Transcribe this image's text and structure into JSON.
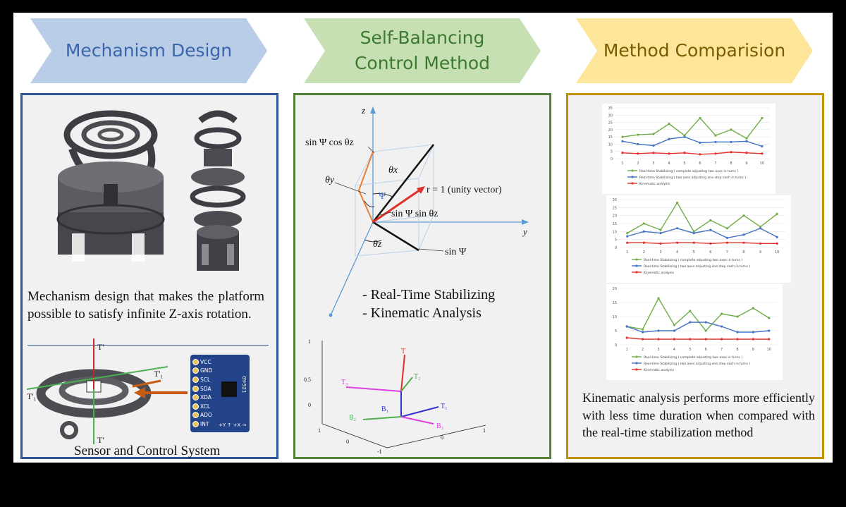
{
  "headers": [
    {
      "label": "Mechanism Design",
      "color": "#3b65ad",
      "fill": "#b9cde6"
    },
    {
      "label": "Self-Balancing\nControl Method",
      "color": "#3c7a2f",
      "fill": "#c6e0b4"
    },
    {
      "label": "Method Comparision",
      "color": "#7a5a00",
      "fill": "#fde69a"
    }
  ],
  "panel1": {
    "border": "#2f5597",
    "description": "Mechanism design that makes the platform possible to satisfy infinite Z-axis rotation.",
    "caption": "Sensor and Control System",
    "gimbal_labels": {
      "top": "T'",
      "left": "T'₁",
      "right": "T'₁",
      "bottom": "T'"
    },
    "sensor_pins": [
      "VCC",
      "GND",
      "SCL",
      "SDA",
      "XDA",
      "XCL",
      "ADO",
      "INT"
    ],
    "sensor_chip": "GY-521",
    "sensor_axes": "+Y ↑  +X →"
  },
  "panel2": {
    "border": "#548235",
    "axis_labels": {
      "z": "z",
      "y": "y"
    },
    "vector_labels": {
      "sin_cos": "sin Ψ cos θz",
      "theta_x": "θx",
      "theta_y": "θy",
      "psi": "Ψ",
      "r_eq": "r = 1 (unity vector)",
      "sin_sin": "sin Ψ sin θz",
      "theta_z": "θz",
      "sin_psi": "sin Ψ"
    },
    "methods": [
      "- Real-Time Stabilizing",
      "- Kinematic Analysis"
    ],
    "frame_ticks": {
      "z": [
        "1",
        "0.5",
        "0"
      ],
      "x": [
        "1",
        "0",
        "-1"
      ],
      "y": [
        "0",
        "1"
      ]
    },
    "frame_labels": [
      "T",
      "T₂",
      "T₃",
      "T₁",
      "B₁",
      "B₂",
      "B₃"
    ]
  },
  "panel3": {
    "border": "#bf9000",
    "conclusion": "Kinematic analysis performs more efficiently with less time duration when compared with the real-time stabilization method",
    "legend": [
      "Real-time Stabilizing ( complete adjusting two axes in turns )",
      "Real-time Stabilizing ( two axes adjusting one step each in turns )",
      "Kinematic analysis"
    ]
  },
  "chart_data": [
    {
      "type": "line",
      "x": [
        1,
        2,
        3,
        4,
        5,
        6,
        7,
        8,
        9,
        10
      ],
      "ylim": [
        0,
        35
      ],
      "yticks": [
        0,
        5,
        10,
        15,
        20,
        25,
        30,
        35
      ],
      "series": [
        {
          "name": "Real-time Stabilizing ( complete adjusting two axes in turns )",
          "color": "#70ad47",
          "values": [
            15,
            16.5,
            17,
            24,
            16,
            28,
            16,
            20,
            14,
            28
          ]
        },
        {
          "name": "Real-time Stabilizing ( two axes adjusting one step each in turns )",
          "color": "#4472c4",
          "values": [
            12,
            10,
            9,
            13.5,
            15,
            11,
            11.5,
            11.5,
            12,
            8.5
          ]
        },
        {
          "name": "Kinematic analysis",
          "color": "#e0302a",
          "values": [
            4,
            3.5,
            4,
            3.5,
            4,
            3,
            3.5,
            4.5,
            4,
            3.5
          ]
        }
      ]
    },
    {
      "type": "line",
      "x": [
        1,
        2,
        3,
        4,
        5,
        6,
        7,
        8,
        9,
        10
      ],
      "ylim": [
        0,
        30
      ],
      "yticks": [
        0,
        5,
        10,
        15,
        20,
        25,
        30
      ],
      "series": [
        {
          "name": "Real-time Stabilizing ( complete adjusting two axes in turns )",
          "color": "#70ad47",
          "values": [
            9,
            15,
            11,
            28,
            10,
            17,
            12,
            20,
            13,
            21
          ]
        },
        {
          "name": "Real-time Stabilizing ( two axes adjusting one step each in turns )",
          "color": "#4472c4",
          "values": [
            7,
            10,
            9,
            12,
            9,
            11,
            6,
            8,
            12,
            6.5
          ]
        },
        {
          "name": "Kinematic analysis",
          "color": "#e0302a",
          "values": [
            3,
            3,
            2.5,
            3,
            3,
            2.5,
            3,
            3,
            2.5,
            2.5
          ]
        }
      ]
    },
    {
      "type": "line",
      "x": [
        1,
        2,
        3,
        4,
        5,
        6,
        7,
        8,
        9,
        10
      ],
      "ylim": [
        0,
        20
      ],
      "yticks": [
        0,
        5,
        10,
        15,
        20
      ],
      "series": [
        {
          "name": "Real-time Stabilizing ( complete adjusting two axes in turns )",
          "color": "#70ad47",
          "values": [
            6.5,
            5.5,
            16.5,
            7,
            12,
            5,
            11,
            10,
            13,
            9.5
          ]
        },
        {
          "name": "Real-time Stabilizing ( two axes adjusting one step each in turns )",
          "color": "#4472c4",
          "values": [
            6.5,
            4.5,
            5,
            5,
            8,
            8,
            6.5,
            4.5,
            4.5,
            5
          ]
        },
        {
          "name": "Kinematic analysis",
          "color": "#e0302a",
          "values": [
            2.5,
            2,
            2,
            2,
            2,
            2,
            2,
            2,
            2,
            2
          ]
        }
      ]
    }
  ]
}
